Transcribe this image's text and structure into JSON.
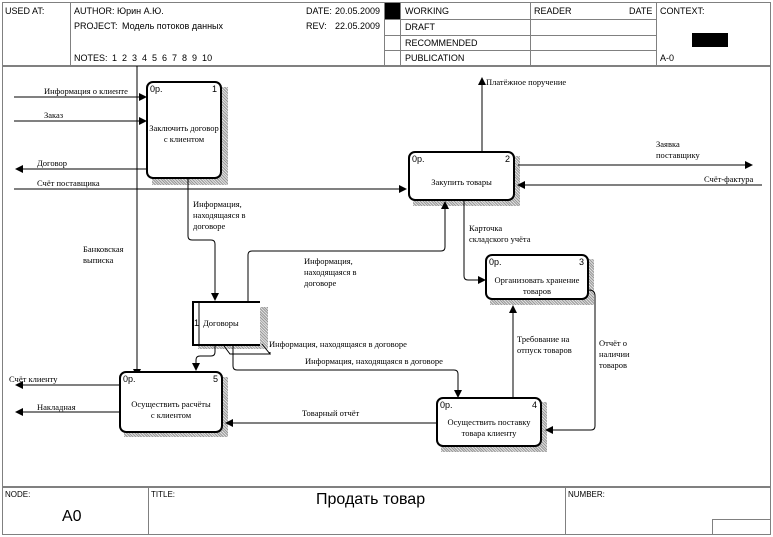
{
  "header": {
    "used_at_label": "USED AT:",
    "author_label": "AUTHOR:",
    "author_value": "Юрин А.Ю.",
    "project_label": "PROJECT:",
    "project_value": "Модель потоков данных",
    "date_label": "DATE:",
    "date_value": "20.05.2009",
    "rev_label": "REV:",
    "rev_value": "22.05.2009",
    "notes_label": "NOTES:",
    "notes_value": "1  2  3  4  5  6  7  8  9  10",
    "status": [
      {
        "label": "WORKING",
        "selected": true
      },
      {
        "label": "DRAFT",
        "selected": false
      },
      {
        "label": "RECOMMENDED",
        "selected": false
      },
      {
        "label": "PUBLICATION",
        "selected": false
      }
    ],
    "reader_label": "READER",
    "reader_date_label": "DATE",
    "context_label": "CONTEXT:",
    "context_node": "A-0"
  },
  "diagram": {
    "processes": [
      {
        "op": "0р.",
        "num": "1",
        "name_line1": "Заключить договор",
        "name_line2": "с клиентом"
      },
      {
        "op": "0р.",
        "num": "2",
        "name_line1": "Закупить товары",
        "name_line2": ""
      },
      {
        "op": "0р.",
        "num": "3",
        "name_line1": "Организовать хранение",
        "name_line2": "товаров"
      },
      {
        "op": "0р.",
        "num": "4",
        "name_line1": "Осуществить поставку",
        "name_line2": "товара клиенту"
      },
      {
        "op": "0р.",
        "num": "5",
        "name_line1": "Осуществить расчёты",
        "name_line2": "с клиентом"
      }
    ],
    "data_store": {
      "num": "1",
      "name": "Договоры"
    },
    "arrows": {
      "client_info": "Информация о клиенте",
      "order": "Заказ",
      "contract": "Договор",
      "supplier_invoice": "Счёт поставщика",
      "bank_statement_1": "Банковская",
      "bank_statement_2": "выписка",
      "contract_info_a_1": "Информация,",
      "contract_info_a_2": "находящаяся в",
      "contract_info_a_3": "договоре",
      "contract_info_b_1": "Информация,",
      "contract_info_b_2": "находящаяся в",
      "contract_info_b_3": "договоре",
      "contract_info_c": "Информация, находящаяся в договоре",
      "contract_info_d": "Информация, находящаяся в договоре",
      "payment_order": "Платёжное поручение",
      "supplier_request_1": "Заявка",
      "supplier_request_2": "поставщику",
      "invoice": "Счёт-фактура",
      "stock_card_1": "Карточка",
      "stock_card_2": "складского учёта",
      "release_request_1": "Требование на",
      "release_request_2": "отпуск товаров",
      "stock_report_1": "Отчёт о",
      "stock_report_2": "наличии",
      "stock_report_3": "товаров",
      "client_bill": "Счёт клиенту",
      "waybill": "Накладная",
      "goods_report": "Товарный отчёт"
    }
  },
  "footer": {
    "node_label": "NODE:",
    "node_value": "A0",
    "title_label": "TITLE:",
    "title_value": "Продать товар",
    "number_label": "NUMBER:"
  }
}
